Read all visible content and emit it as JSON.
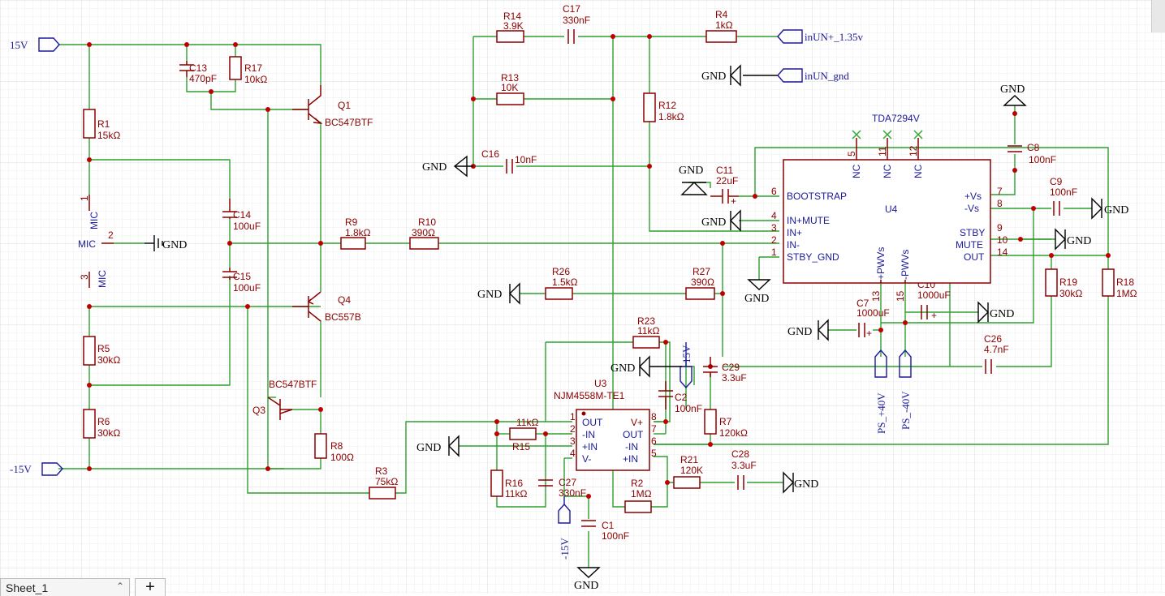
{
  "nets": {
    "v15": "15V",
    "vn15": "-15V",
    "in_un": "inUN+_1.35v",
    "in_gnd": "inUN_gnd",
    "gnd": "GND",
    "v15_small": "15V",
    "vn15_small": "-15V",
    "ps40": "PS_+40V",
    "psn40": "PS_-40V",
    "pwvs_p": "+PWVs",
    "pwvs_n": "-PWVs"
  },
  "mic": {
    "pin1": "1",
    "pin2": "2",
    "pin3": "3",
    "label1": "MIC",
    "label2": "MIC",
    "label3": "MIC"
  },
  "components": {
    "R1": {
      "ref": "R1",
      "val": "15kΩ"
    },
    "R5": {
      "ref": "R5",
      "val": "30kΩ"
    },
    "R6": {
      "ref": "R6",
      "val": "30kΩ"
    },
    "C13": {
      "ref": "C13",
      "val": "470pF"
    },
    "R17": {
      "ref": "R17",
      "val": "10kΩ"
    },
    "Q1": {
      "ref": "Q1",
      "val": "BC547BTF"
    },
    "Q4": {
      "ref": "Q4",
      "val": "BC557B"
    },
    "Q3": {
      "ref": "Q3",
      "val": "BC547BTF"
    },
    "C14": {
      "ref": "C14",
      "val": "100uF"
    },
    "C15": {
      "ref": "C15",
      "val": "100uF"
    },
    "R8": {
      "ref": "R8",
      "val": "100Ω"
    },
    "R3": {
      "ref": "R3",
      "val": "75kΩ"
    },
    "R9": {
      "ref": "R9",
      "val": "1.8kΩ"
    },
    "R10": {
      "ref": "R10",
      "val": "390Ω"
    },
    "R14": {
      "ref": "R14",
      "val": "3.9K"
    },
    "C17": {
      "ref": "C17",
      "val": "330nF"
    },
    "R13": {
      "ref": "R13",
      "val": "10K"
    },
    "C16": {
      "ref": "C16",
      "val": "10nF"
    },
    "R4": {
      "ref": "R4",
      "val": "1kΩ"
    },
    "R12": {
      "ref": "R12",
      "val": "1.8kΩ"
    },
    "R26": {
      "ref": "R26",
      "val": "1.5kΩ"
    },
    "R27": {
      "ref": "R27",
      "val": "390Ω"
    },
    "R23": {
      "ref": "R23",
      "val": "11kΩ"
    },
    "C29": {
      "ref": "C29",
      "val": "3.3uF"
    },
    "C2": {
      "ref": "C2",
      "val": "100nF"
    },
    "R7": {
      "ref": "R7",
      "val": "120kΩ"
    },
    "R15": {
      "ref": "R15",
      "val": "11kΩ"
    },
    "R16": {
      "ref": "R16",
      "val": "11kΩ"
    },
    "C27": {
      "ref": "C27",
      "val": "330nF"
    },
    "C1": {
      "ref": "C1",
      "val": "100nF"
    },
    "R2": {
      "ref": "R2",
      "val": "1MΩ"
    },
    "R21": {
      "ref": "R21",
      "val": "120K"
    },
    "C28": {
      "ref": "C28",
      "val": "3.3uF"
    },
    "C11": {
      "ref": "C11",
      "val": "22uF"
    },
    "C8": {
      "ref": "C8",
      "val": "100nF"
    },
    "C9": {
      "ref": "C9",
      "val": "100nF"
    },
    "C7": {
      "ref": "C7",
      "val": "1000uF"
    },
    "C10": {
      "ref": "C10",
      "val": "1000uF"
    },
    "C26": {
      "ref": "C26",
      "val": "4.7nF"
    },
    "R19": {
      "ref": "R19",
      "val": "30kΩ"
    },
    "R18": {
      "ref": "R18",
      "val": "1MΩ"
    }
  },
  "u3": {
    "ref": "U3",
    "part": "NJM4558M-TE1",
    "left_pins": [
      "OUT",
      "-IN",
      "+IN",
      "V-"
    ],
    "left_nums": [
      "1",
      "2",
      "3",
      "4"
    ],
    "right_pins": [
      "V+",
      "OUT",
      "-IN",
      "+IN"
    ],
    "right_nums": [
      "8",
      "7",
      "6",
      "5"
    ]
  },
  "u4": {
    "ref": "U4",
    "part": "TDA7294V",
    "left_pins": [
      "BOOTSTRAP",
      "IN+MUTE",
      "IN+",
      "IN-",
      "STBY_GND"
    ],
    "left_nums": [
      "6",
      "4",
      "3",
      "2",
      "1"
    ],
    "right_pins": [
      "+Vs",
      "-Vs",
      "STBY",
      "MUTE",
      "OUT"
    ],
    "right_nums": [
      "7",
      "8",
      "9",
      "10",
      "14"
    ],
    "top_pins": [
      "NC",
      "NC",
      "NC"
    ],
    "top_nums": [
      "5",
      "11",
      "12"
    ],
    "bottom_nums": [
      "13",
      "15"
    ]
  },
  "footer": {
    "sheet_tab": "Sheet_1",
    "add_tab": "+"
  }
}
